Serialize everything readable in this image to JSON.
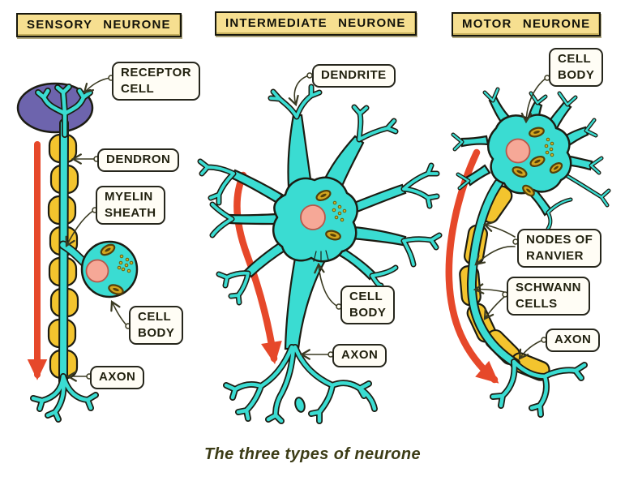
{
  "caption": "The three types of neurone",
  "columns": {
    "sensory": {
      "header": "SENSORY NEURONE",
      "labels": {
        "receptor_cell": "RECEPTOR\nCELL",
        "dendron": "DENDRON",
        "myelin_sheath": "MYELIN\nSHEATH",
        "cell_body": "CELL\nBODY",
        "axon": "AXON"
      }
    },
    "intermediate": {
      "header": "INTERMEDIATE NEURONE",
      "labels": {
        "dendrite": "DENDRITE",
        "cell_body": "CELL\nBODY",
        "axon": "AXON"
      }
    },
    "motor": {
      "header": "MOTOR NEURONE",
      "labels": {
        "cell_body": "CELL\nBODY",
        "nodes_of_ranvier": "NODES OF\nRANVIER",
        "schwann_cells": "SCHWANN\nCELLS",
        "axon": "AXON"
      }
    }
  },
  "colors": {
    "neuron_cyan": "#3adcd2",
    "myelin_yellow": "#f3c42e",
    "header_yellow": "#f6df90",
    "receptor_purple": "#6d64ad",
    "nucleus_pink": "#f6a897",
    "arrow_red": "#e6482a",
    "outline_black": "#1c1c12",
    "line_dark": "#3a3a22",
    "organelle_gold": "#d2a51f",
    "organelle_dark": "#54400a",
    "label_bg": "#fffdf5",
    "background": "#ffffff"
  }
}
